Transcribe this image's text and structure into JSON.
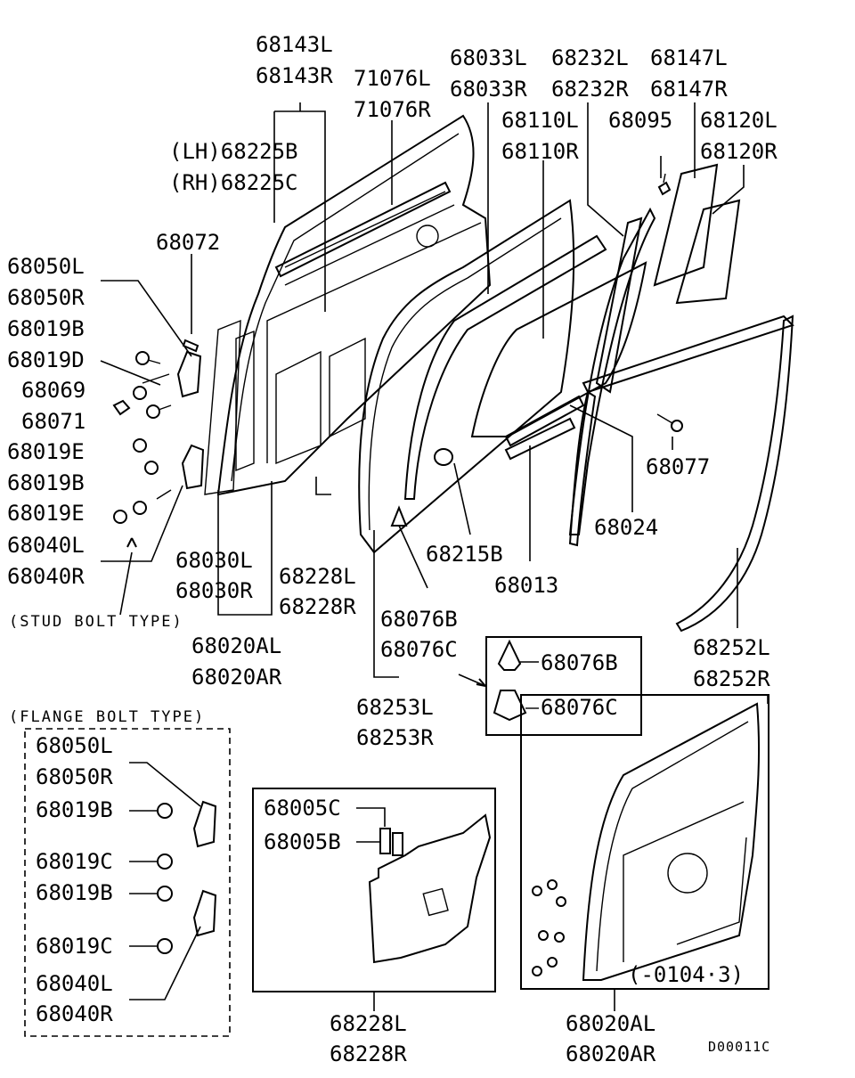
{
  "diagram_code": "D00011C",
  "labels": {
    "p68143L": "68143L",
    "p68143R": "68143R",
    "p71076L": "71076L",
    "p71076R": "71076R",
    "p68033L": "68033L",
    "p68033R": "68033R",
    "p68232L": "68232L",
    "p68232R": "68232R",
    "p68147L": "68147L",
    "p68147R": "68147R",
    "p68110L": "68110L",
    "p68110R": "68110R",
    "p68095": "68095",
    "p68120L": "68120L",
    "p68120R": "68120R",
    "lh68225B": "(LH)68225B",
    "rh68225C": "(RH)68225C",
    "p68072": "68072",
    "p68050L": "68050L",
    "p68050R": "68050R",
    "p68019B_a": "68019B",
    "p68019D": "68019D",
    "p68069": "68069",
    "p68071": "68071",
    "p68019E_a": "68019E",
    "p68019B_b": "68019B",
    "p68019E_b": "68019E",
    "p68040L": "68040L",
    "p68040R": "68040R",
    "stud_bolt": "(STUD BOLT TYPE)",
    "p68030L": "68030L",
    "p68030R": "68030R",
    "p68228L_a": "68228L",
    "p68228R_a": "68228R",
    "p68215B": "68215B",
    "p68013": "68013",
    "p68024": "68024",
    "p68077": "68077",
    "p68020AL_a": "68020AL",
    "p68020AR_a": "68020AR",
    "p68076B": "68076B",
    "p68076C": "68076C",
    "p68253L": "68253L",
    "p68253R": "68253R",
    "inset_68076B": "68076B",
    "inset_68076C": "68076C",
    "p68252L": "68252L",
    "p68252R": "68252R",
    "flange_bolt": "(FLANGE BOLT TYPE)",
    "f68050L": "68050L",
    "f68050R": "68050R",
    "f68019B_a": "68019B",
    "f68019C_a": "68019C",
    "f68019B_b": "68019B",
    "f68019C_b": "68019C",
    "f68040L": "68040L",
    "f68040R": "68040R",
    "p68005C": "68005C",
    "p68005B": "68005B",
    "p68228L_b": "68228L",
    "p68228R_b": "68228R",
    "range_code": "(-0104·3)",
    "p68020AL_b": "68020AL",
    "p68020AR_b": "68020AR"
  }
}
